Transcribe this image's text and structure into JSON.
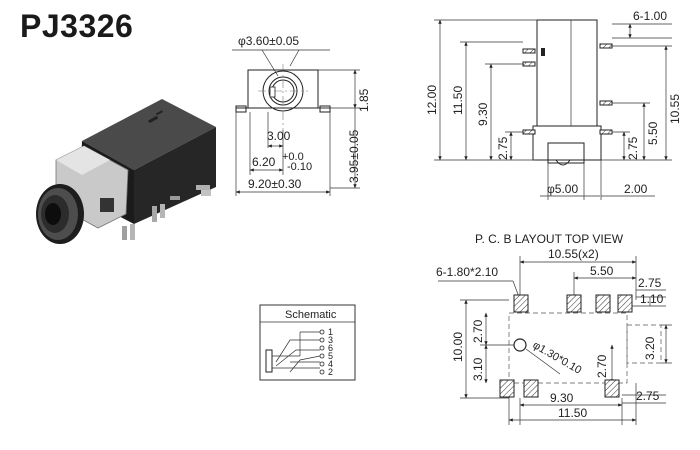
{
  "title": "PJ3326",
  "front_view": {
    "dims": {
      "hole_dia": "φ3.60±0.05",
      "top_offset": "1.85",
      "center_offset": "3.00",
      "half_width": "6.20",
      "tolerance_plus": "+0.0",
      "tolerance_minus": "-0.10",
      "height": "3.95±0.05",
      "width": "9.20±0.30"
    }
  },
  "side_view": {
    "dims": {
      "pins_top": "6-1.00",
      "height_total": "12.00",
      "height_body": "11.50",
      "height_mid": "9.30",
      "height_right": "10.55",
      "low_left": "2.75",
      "low_right": "2.75",
      "right_mid": "5.50",
      "barrel_dia": "φ5.00",
      "barrel_len": "2.00"
    }
  },
  "pcb_layout": {
    "caption": "P. C. B LAYOUT TOP VIEW",
    "dims": {
      "top_width": "10.55(x2)",
      "pad_spec": "6-1.80*2.10",
      "pad_spacing": "5.50",
      "right_top": "2.75",
      "right_small": "1.10",
      "left_total": "10.00",
      "left_upper": "2.70",
      "left_lower": "3.10",
      "right_mid": "3.20",
      "hole": "φ1.30*0.10",
      "inner_v": "2.70",
      "bottom_inner": "9.30",
      "right_bottom": "2.75",
      "bottom_total": "11.50"
    }
  },
  "schematic": {
    "label": "Schematic",
    "pins": [
      "1",
      "3",
      "6",
      "5",
      "4",
      "2"
    ]
  }
}
